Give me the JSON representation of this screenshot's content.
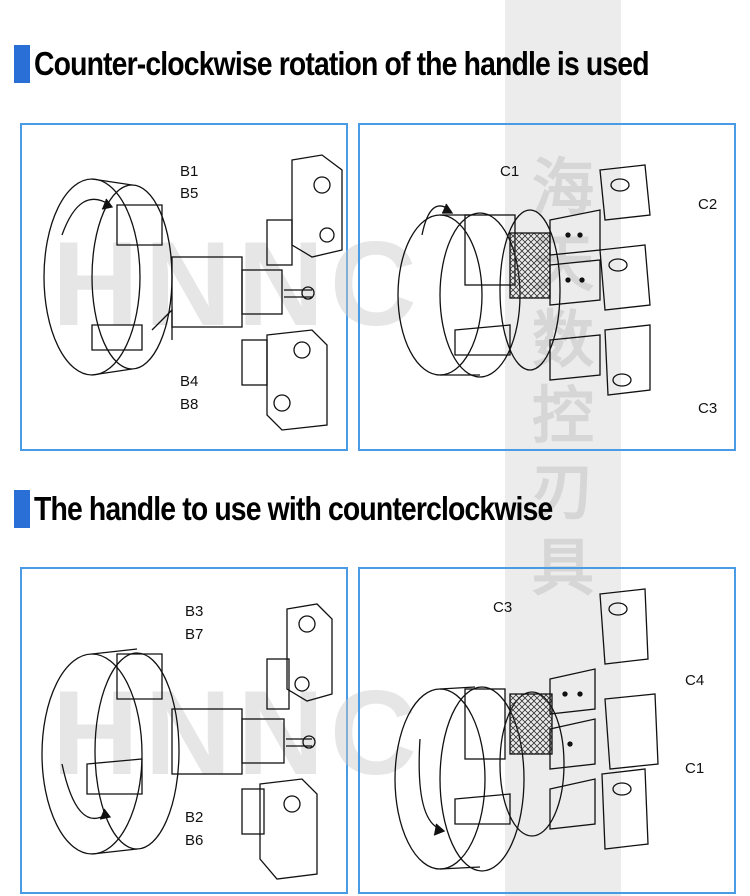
{
  "section1": {
    "title": "Counter-clockwise rotation of the handle is used",
    "left_panel": {
      "labels": [
        "B1",
        "B5",
        "B4",
        "B8"
      ]
    },
    "right_panel": {
      "labels": [
        "C1",
        "C2",
        "C3"
      ]
    }
  },
  "section2": {
    "title": "The handle to use with counterclockwise",
    "left_panel": {
      "labels": [
        "B3",
        "B7",
        "B2",
        "B6"
      ]
    },
    "right_panel": {
      "labels": [
        "C3",
        "C4",
        "C1"
      ]
    }
  },
  "watermark": {
    "brand": "HNNC",
    "chinese": "海天数控刃具"
  },
  "colors": {
    "accent": "#2a6fd6",
    "panel_border": "#4a9be6"
  }
}
